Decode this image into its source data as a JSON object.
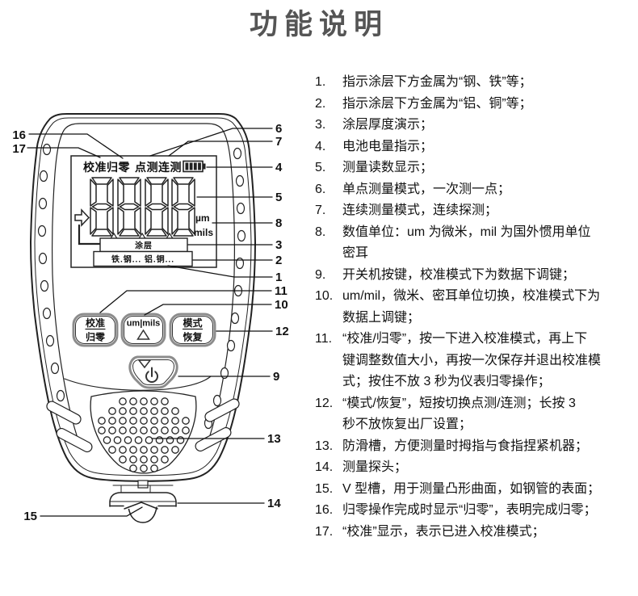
{
  "title": "功能说明",
  "list": {
    "items": [
      {
        "num": "1.",
        "text": "指示涂层下方金属为“钢、铁”等；"
      },
      {
        "num": "2.",
        "text": "指示涂层下方金属为“铝、铜”等；"
      },
      {
        "num": "3.",
        "text": "涂层厚度演示；"
      },
      {
        "num": "4.",
        "text": "电池电量指示；"
      },
      {
        "num": "5.",
        "text": "测量读数显示；"
      },
      {
        "num": "6.",
        "text": "单点测量模式，一次测一点；"
      },
      {
        "num": "7.",
        "text": "连续测量模式，连续探测；"
      },
      {
        "num": "8.",
        "text": "数值单位：um 为微米，mil 为国外惯用单位\n密耳"
      },
      {
        "num": "9.",
        "text": "开关机按键，校准模式下为数据下调键；"
      },
      {
        "num": "10.",
        "text": "um/mil，微米、密耳单位切换，校准模式下为\n数据上调键；"
      },
      {
        "num": "11.",
        "text": "“校准/归零”，按一下进入校准模式，再上下\n键调整数值大小，再按一次保存并退出校准模\n式；按住不放 3 秒为仪表归零操作；"
      },
      {
        "num": "12.",
        "text": "“模式/恢复”，短按切换点测/连测；长按 3\n秒不放恢复出厂设置；"
      },
      {
        "num": "13.",
        "text": "防滑槽，方便测量时拇指与食指捏紧机器；"
      },
      {
        "num": "14.",
        "text": "测量探头；"
      },
      {
        "num": "15.",
        "text": "V 型槽，用于测量凸形曲面，如钢管的表面；"
      },
      {
        "num": "16.",
        "text": "归零操作完成时显示“归零”，表明完成归零；"
      },
      {
        "num": "17.",
        "text": "“校准”显示，表示已进入校准模式；"
      }
    ]
  },
  "device": {
    "lcd": {
      "status_calibrate_zero": "校准归零",
      "status_point_continuous": "点测连测",
      "digits": "8888",
      "unit_top": "µm",
      "unit_bottom": "mils",
      "coating_label": "涂层",
      "metals_label": "铁.钢...  铝.铜..."
    },
    "buttons": {
      "calibrate_top": "校准",
      "calibrate_bottom": "归零",
      "units_label": "um|mils",
      "mode_top": "模式",
      "mode_bottom": "恢复"
    },
    "callouts": {
      "c1": "1",
      "c2": "2",
      "c3": "3",
      "c4": "4",
      "c5": "5",
      "c6": "6",
      "c7": "7",
      "c8": "8",
      "c9": "9",
      "c10": "10",
      "c11": "11",
      "c12": "12",
      "c13": "13",
      "c14": "14",
      "c15": "15",
      "c16": "16",
      "c17": "17"
    }
  },
  "colors": {
    "title": "#555555",
    "line": "#1a1a1a",
    "button_ring": "#8c8c8c"
  }
}
